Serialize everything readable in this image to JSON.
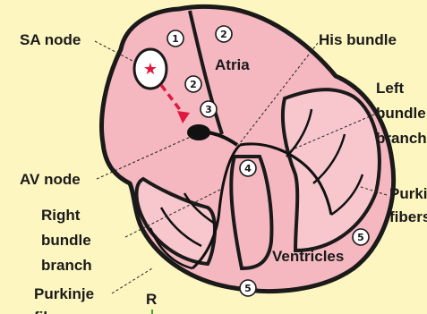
{
  "labels": {
    "sa_node": "SA node",
    "his_bundle": "His bundle",
    "atria": "Atria",
    "left_bundle_line1": "Left",
    "left_bundle_line2": "bundle",
    "left_bundle_line3": "branch",
    "av_node": "AV node",
    "right_bundle_line1": "Right",
    "right_bundle_line2": "bundle",
    "right_bundle_line3": "branch",
    "purkinje_left_line1": "Purkinje",
    "purkinje_left_line2": "fibers",
    "purkinje_right_line1": "Purkinje",
    "purkinje_right_line2": "fibers",
    "ventricles": "Ventricles",
    "ecg_r": "R"
  },
  "steps": {
    "n1": "1",
    "n2a": "2",
    "n2b": "2",
    "n3": "3",
    "n4": "4",
    "n5a": "5",
    "n5b": "5"
  },
  "colors": {
    "background": "#fdf6c0",
    "heart_fill": "#f5b8c0",
    "outline": "#1a1a1a",
    "signal_arrow": "#e0173f",
    "sa_star": "#e0173f",
    "ecg": "#3aa63a"
  }
}
